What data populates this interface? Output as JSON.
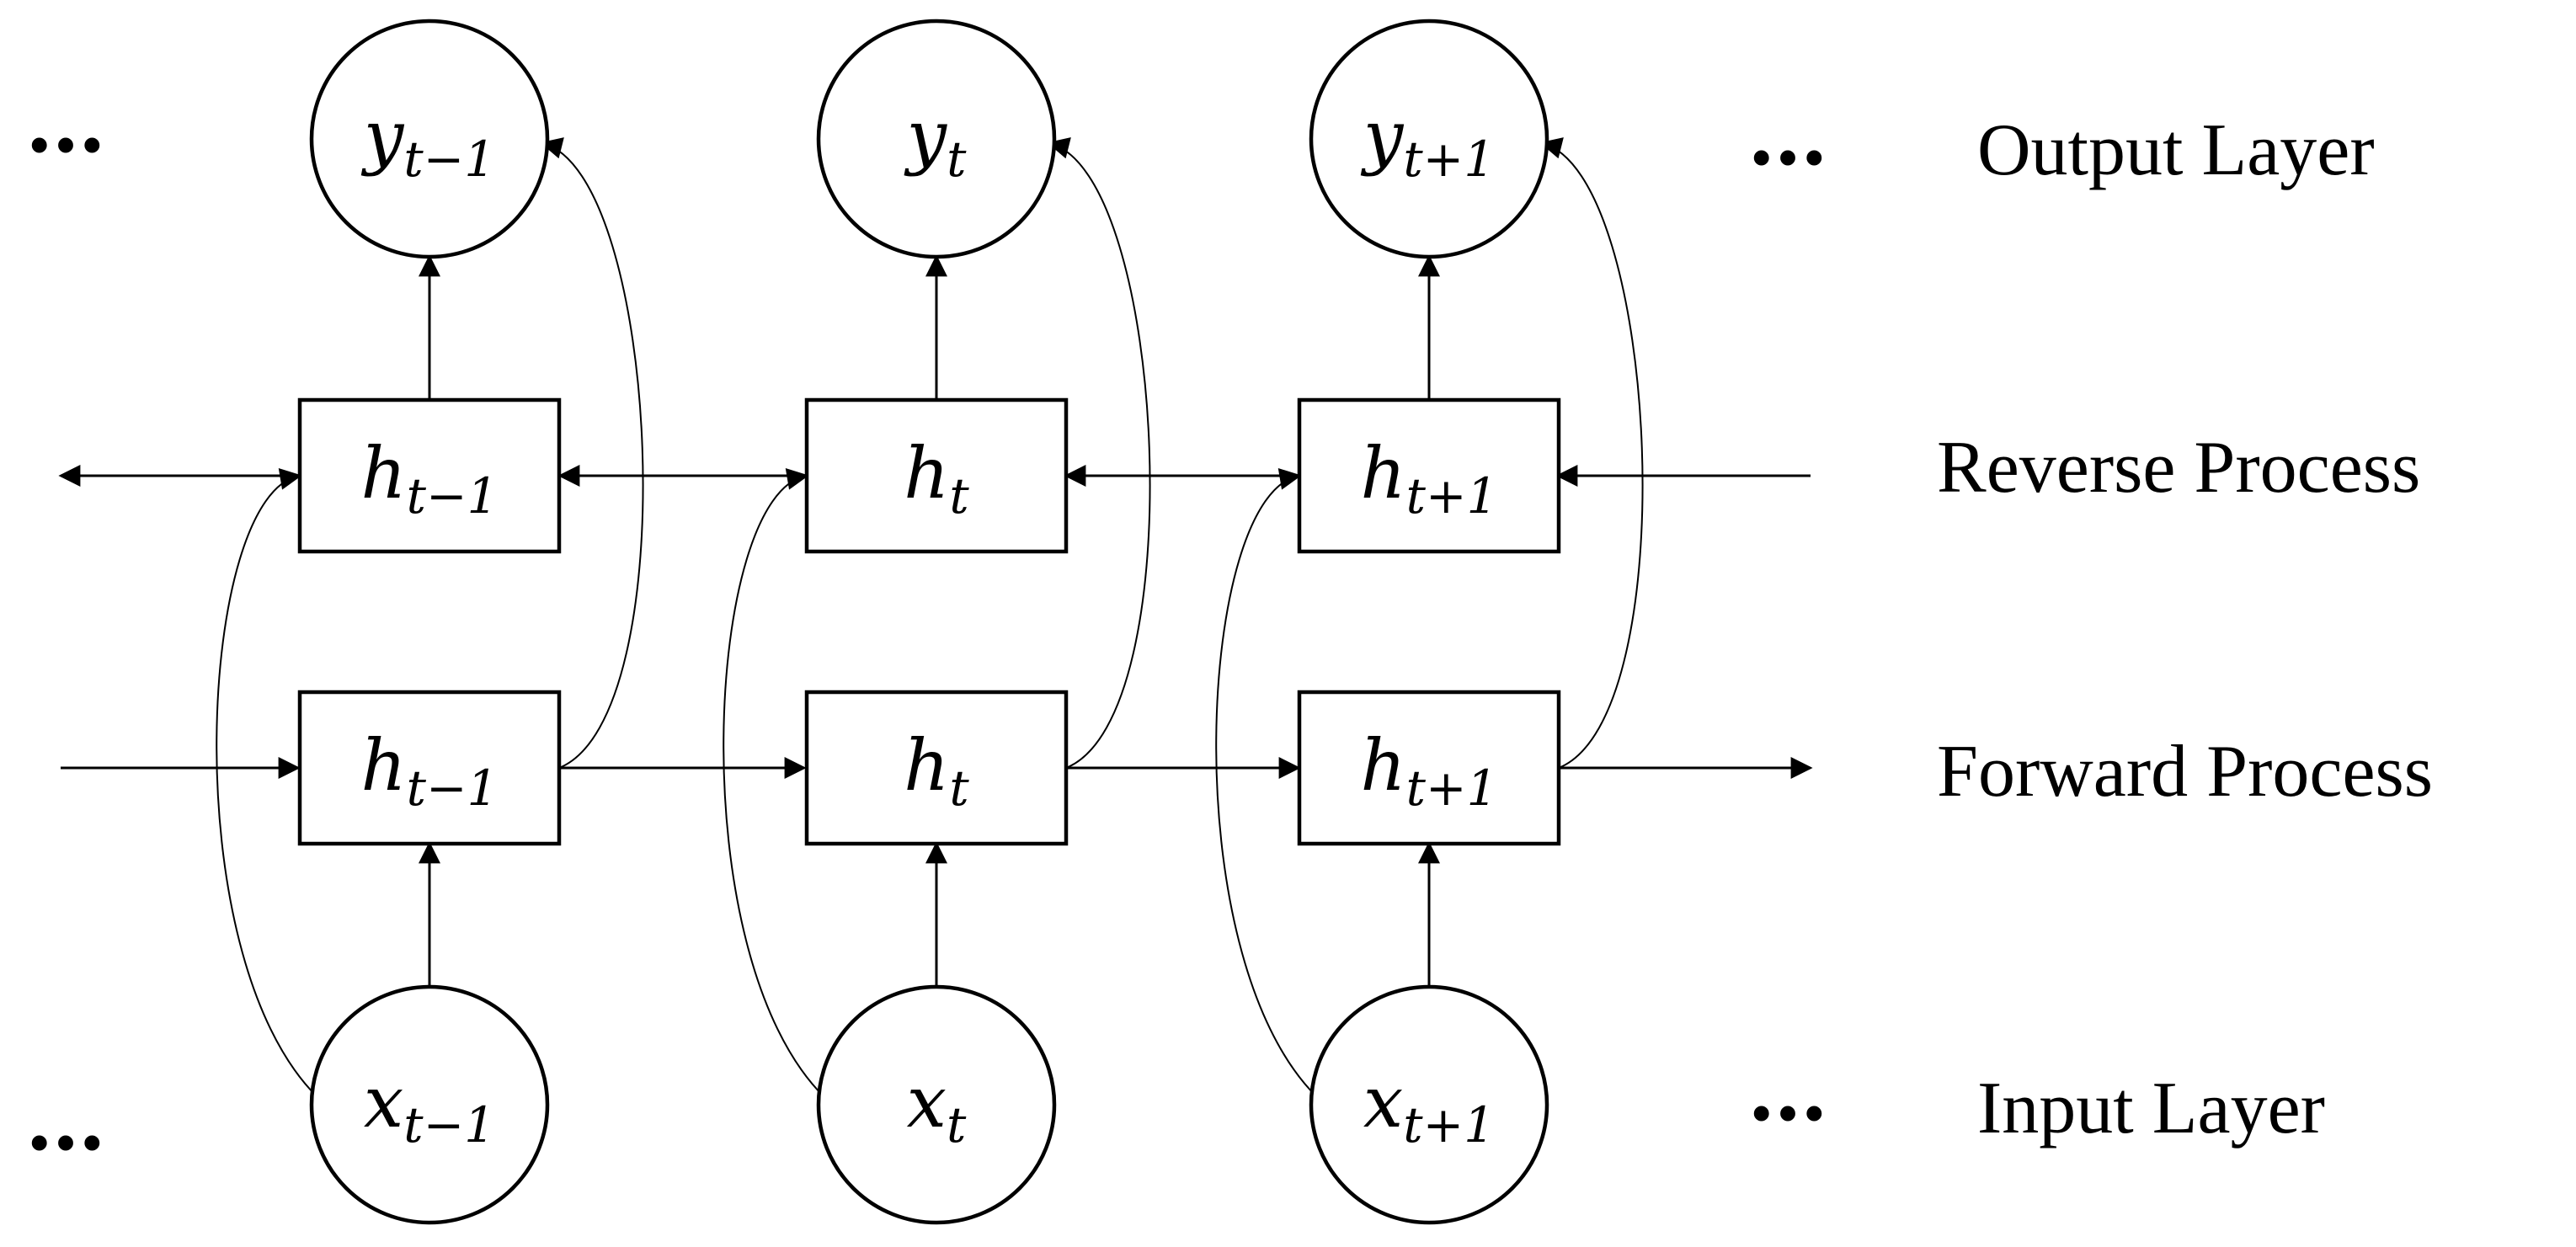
{
  "layer_labels": {
    "output": "Output Layer",
    "reverse": "Reverse Process",
    "forward": "Forward Process",
    "input": "Input Layer"
  },
  "ellipsis": "…",
  "columns": [
    {
      "y_var": "y",
      "y_sub": "t−1",
      "h_var": "h",
      "h_sub": "t−1",
      "x_var": "x",
      "x_sub": "t−1"
    },
    {
      "y_var": "y",
      "y_sub": "t",
      "h_var": "h",
      "h_sub": "t",
      "x_var": "x",
      "x_sub": "t"
    },
    {
      "y_var": "y",
      "y_sub": "t+1",
      "h_var": "h",
      "h_sub": "t+1",
      "x_var": "x",
      "x_sub": "t+1"
    }
  ]
}
